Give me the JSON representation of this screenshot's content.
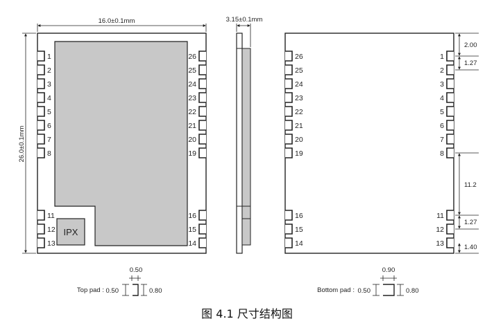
{
  "front": {
    "width_dim": "16.0±0.1mm",
    "height_dim": "26.0±0.1mm",
    "left_pins": [
      "1",
      "2",
      "3",
      "4",
      "5",
      "6",
      "7",
      "8",
      "11",
      "12",
      "13"
    ],
    "right_pins": [
      "26",
      "25",
      "24",
      "23",
      "22",
      "21",
      "20",
      "19",
      "16",
      "15",
      "14"
    ],
    "ipx_label": "IPX"
  },
  "side": {
    "thickness_dim": "3.15±0.1mm"
  },
  "back": {
    "left_pins": [
      "26",
      "25",
      "24",
      "23",
      "22",
      "21",
      "20",
      "19",
      "16",
      "15",
      "14"
    ],
    "right_pins": [
      "1",
      "2",
      "3",
      "4",
      "5",
      "6",
      "7",
      "8",
      "11",
      "12",
      "13"
    ],
    "dims": [
      "2.00",
      "1.27",
      "11.2",
      "1.27",
      "1.40"
    ]
  },
  "top_pad": {
    "label": "Top pad :",
    "top_dim": "0.50",
    "left_dim": "0.50",
    "right_dim": "0.80"
  },
  "bottom_pad": {
    "label": "Bottom pad :",
    "top_dim": "0.90",
    "left_dim": "0.50",
    "right_dim": "0.80"
  },
  "caption": {
    "figure_no": "图 4.1",
    "title": "尺寸结构图"
  },
  "colors": {
    "line": "#222222",
    "shield": "#c8c8c8",
    "background": "#ffffff"
  }
}
